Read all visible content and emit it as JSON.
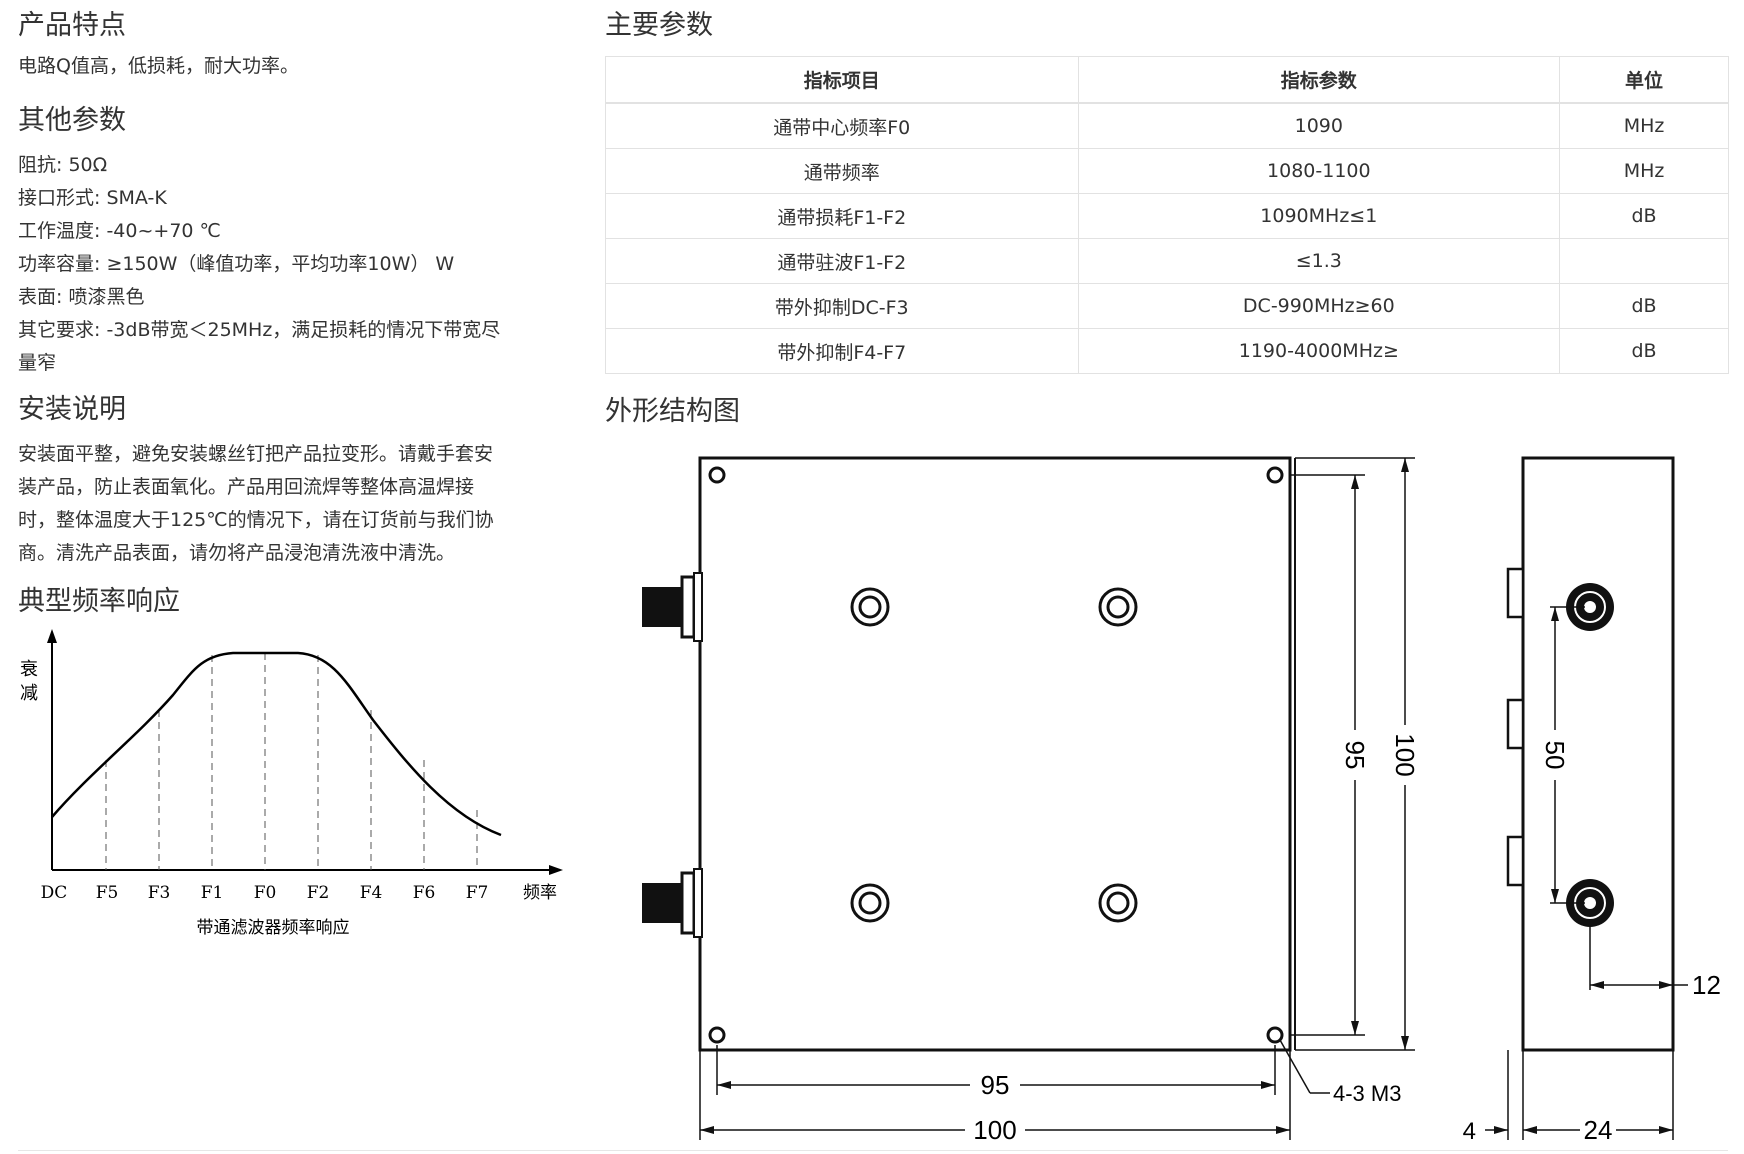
{
  "features": {
    "title": "产品特点",
    "text": "电路Q值高，低损耗，耐大功率。"
  },
  "other": {
    "title": "其他参数",
    "items": [
      "阻抗: 50Ω",
      "接口形式: SMA-K",
      "工作温度: -40~+70 ℃",
      "功率容量: ≥150W（峰值功率，平均功率10W） W",
      "表面: 喷漆黑色",
      "其它要求: -3dB带宽＜25MHz，满足损耗的情况下带宽尽",
      "量窄"
    ]
  },
  "install": {
    "title": "安装说明",
    "lines": [
      "安装面平整，避免安装螺丝钉把产品拉变形。请戴手套安",
      "装产品，防止表面氧化。产品用回流焊等整体高温焊接",
      "时，整体温度大于125℃的情况下，请在订货前与我们协",
      "商。清洗产品表面，请勿将产品浸泡清洗液中清洗。"
    ]
  },
  "response": {
    "title": "典型频率响应",
    "y_label_1": "衰",
    "y_label_2": "减",
    "x_ticks": [
      "DC",
      "F5",
      "F3",
      "F1",
      "F0",
      "F2",
      "F4",
      "F6",
      "F7"
    ],
    "x_unit": "频率",
    "caption": "带通滤波器频率响应"
  },
  "params": {
    "title": "主要参数",
    "headers": [
      "指标项目",
      "指标参数",
      "单位"
    ],
    "rows": [
      [
        "通带中心频率F0",
        "1090",
        "MHz"
      ],
      [
        "通带频率",
        "1080-1100",
        "MHz"
      ],
      [
        "通带损耗F1-F2",
        "1090MHz≤1",
        "dB"
      ],
      [
        "通带驻波F1-F2",
        "≤1.3",
        ""
      ],
      [
        "带外抑制DC-F3",
        "DC-990MHz≥60",
        "dB"
      ],
      [
        "带外抑制F4-F7",
        "1190-4000MHz≥",
        "dB"
      ]
    ]
  },
  "drawing": {
    "title": "外形结构图",
    "dim_95_h": "95",
    "dim_100_h": "100",
    "dim_95_v": "95",
    "dim_100_v": "100",
    "dim_50": "50",
    "hole_note": "4-3 M3",
    "dim_4": "4",
    "dim_24": "24",
    "dim_12": "12"
  }
}
